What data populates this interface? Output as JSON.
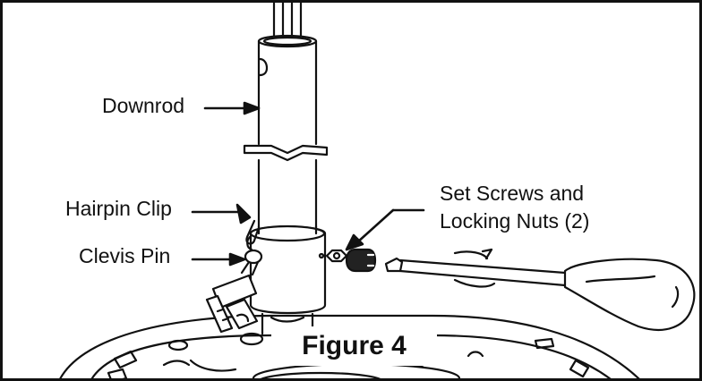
{
  "labels": {
    "downrod": "Downrod",
    "hairpin_clip": "Hairpin Clip",
    "clevis_pin": "Clevis Pin",
    "set_screws_line1": "Set Screws and",
    "set_screws_line2": "Locking Nuts (2)"
  },
  "figure_caption": "Figure 4"
}
